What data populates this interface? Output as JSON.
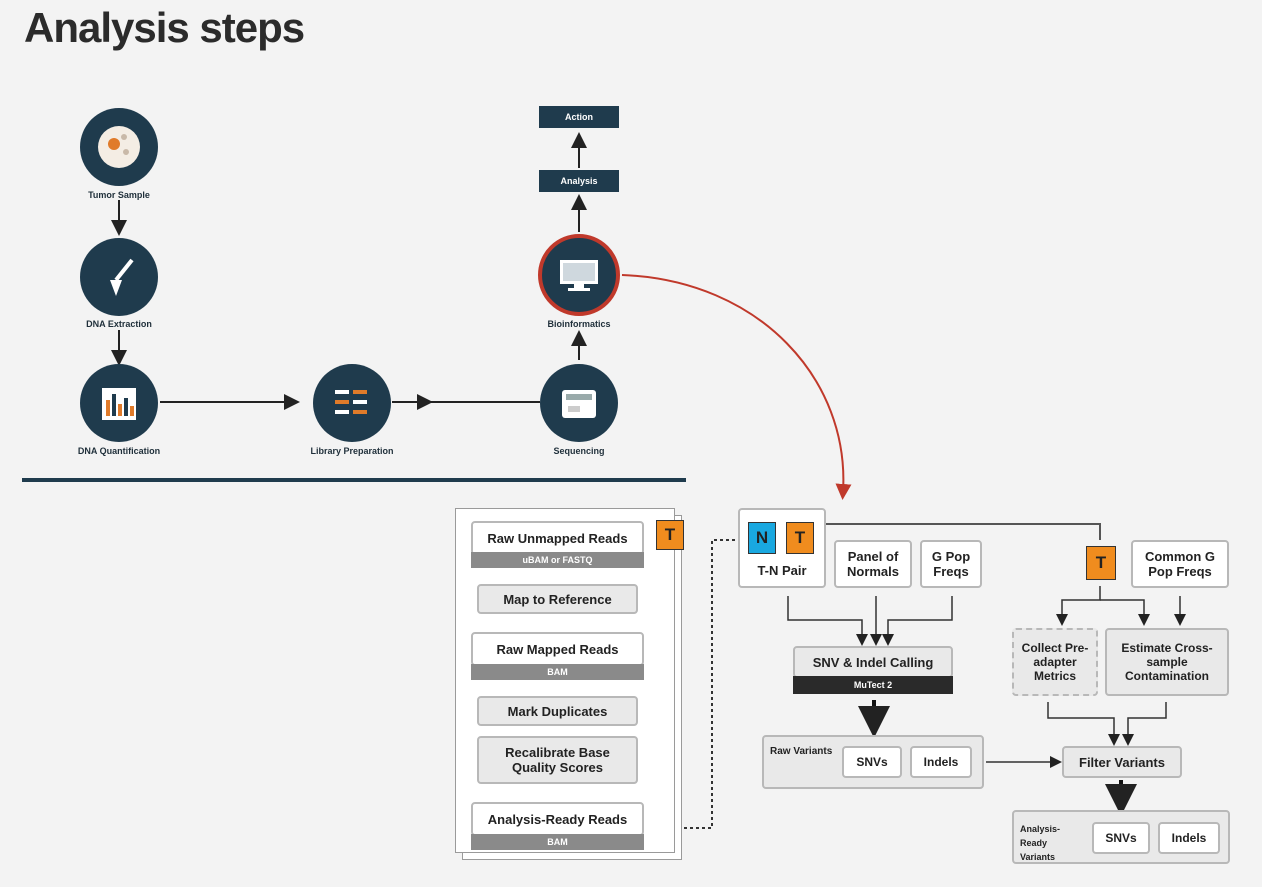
{
  "title": "Analysis steps",
  "workflow": {
    "tumor_sample": "Tumor Sample",
    "dna_extraction": "DNA Extraction",
    "dna_quantification": "DNA Quantification",
    "library_preparation": "Library Preparation",
    "sequencing": "Sequencing",
    "bioinformatics": "Bioinformatics",
    "analysis": "Analysis",
    "action": "Action"
  },
  "preprocessing": {
    "raw_unmapped": "Raw Unmapped Reads",
    "raw_unmapped_sub": "uBAM or FASTQ",
    "map_to_reference": "Map to Reference",
    "raw_mapped": "Raw Mapped Reads",
    "raw_mapped_sub": "BAM",
    "mark_duplicates": "Mark Duplicates",
    "recalibrate": "Recalibrate Base Quality Scores",
    "analysis_ready": "Analysis-Ready Reads",
    "analysis_ready_sub": "BAM",
    "t_badge": "T"
  },
  "calling": {
    "n_badge": "N",
    "t_badge": "T",
    "tn_pair": "T-N Pair",
    "panel_of_normals": "Panel of Normals",
    "pop_freqs": "G Pop Freqs",
    "snv_indel_calling": "SNV & Indel Calling",
    "mutect": "MuTect 2",
    "raw_variants": "Raw Variants",
    "snvs": "SNVs",
    "indels": "Indels",
    "t_badge2": "T",
    "common_pop_freqs": "Common G Pop Freqs",
    "collect_metrics": "Collect Pre-adapter Metrics",
    "estimate_contamination": "Estimate Cross-sample Contamination",
    "filter_variants": "Filter Variants",
    "analysis_ready_variants": "Analysis-Ready Variants",
    "snvs2": "SNVs",
    "indels2": "Indels"
  },
  "colors": {
    "navy": "#1f3b4d",
    "orange": "#f08c1e",
    "blue": "#19a8e0",
    "highlight": "#c0392b"
  }
}
